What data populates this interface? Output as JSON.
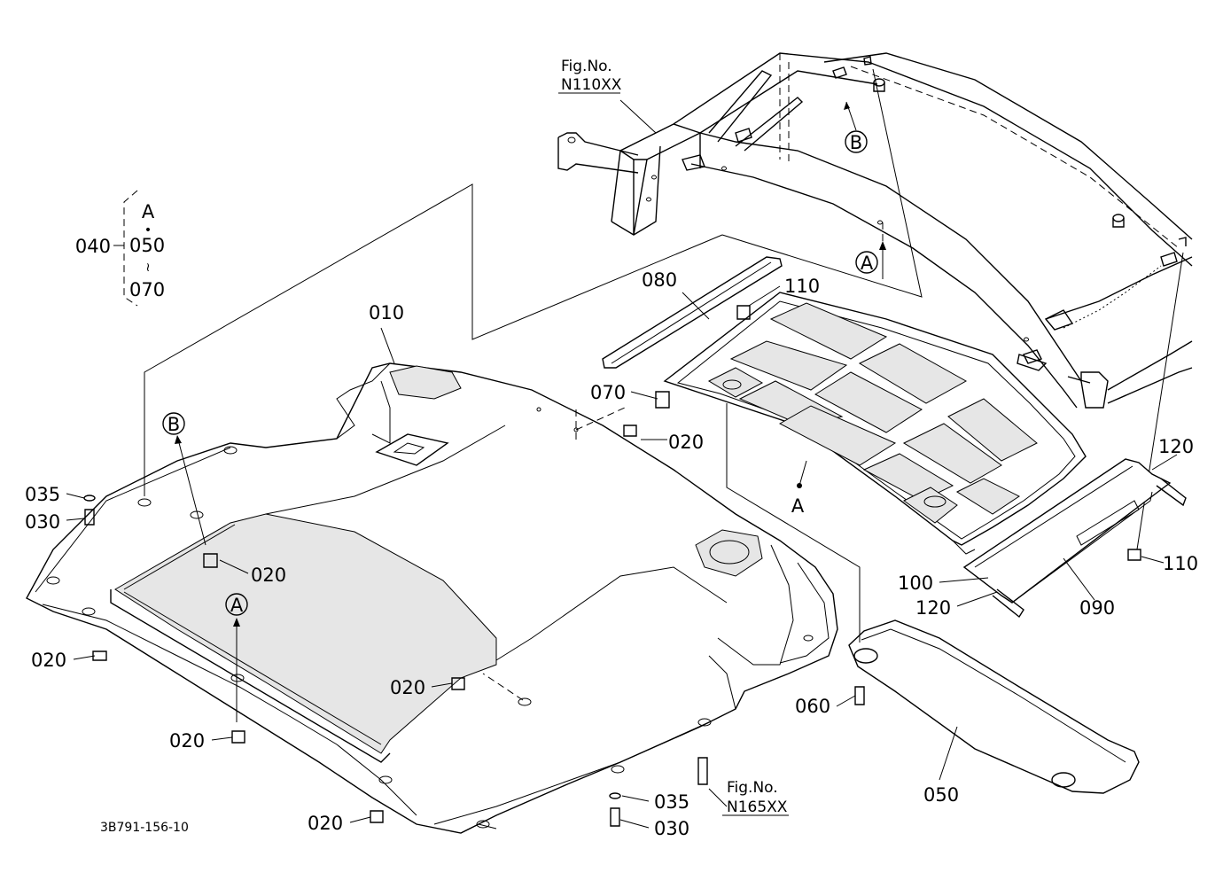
{
  "drawing_code": "3B791-156-10",
  "callouts": {
    "c010": "010",
    "c020a": "020",
    "c020b": "020",
    "c020c": "020",
    "c020d": "020",
    "c020e": "020",
    "c020f": "020",
    "c030a": "030",
    "c030b": "030",
    "c035a": "035",
    "c035b": "035",
    "c040": "040",
    "c050a": "050",
    "c050b": "050",
    "c060": "060",
    "c070a": "070",
    "c070b": "070",
    "c080": "080",
    "c090": "090",
    "c100": "100",
    "c110a": "110",
    "c110b": "110",
    "c120a": "120",
    "c120b": "120"
  },
  "group_bracket": {
    "top": "A",
    "dot": "•",
    "tilde": "≀"
  },
  "markers": {
    "A1": "A",
    "A2": "A",
    "A3": "A",
    "B1": "B",
    "B2": "B"
  },
  "figure_refs": {
    "fig1_label": "Fig.No.",
    "fig1_number": "N110XX",
    "fig2_label": "Fig.No.",
    "fig2_number": "N165XX"
  }
}
